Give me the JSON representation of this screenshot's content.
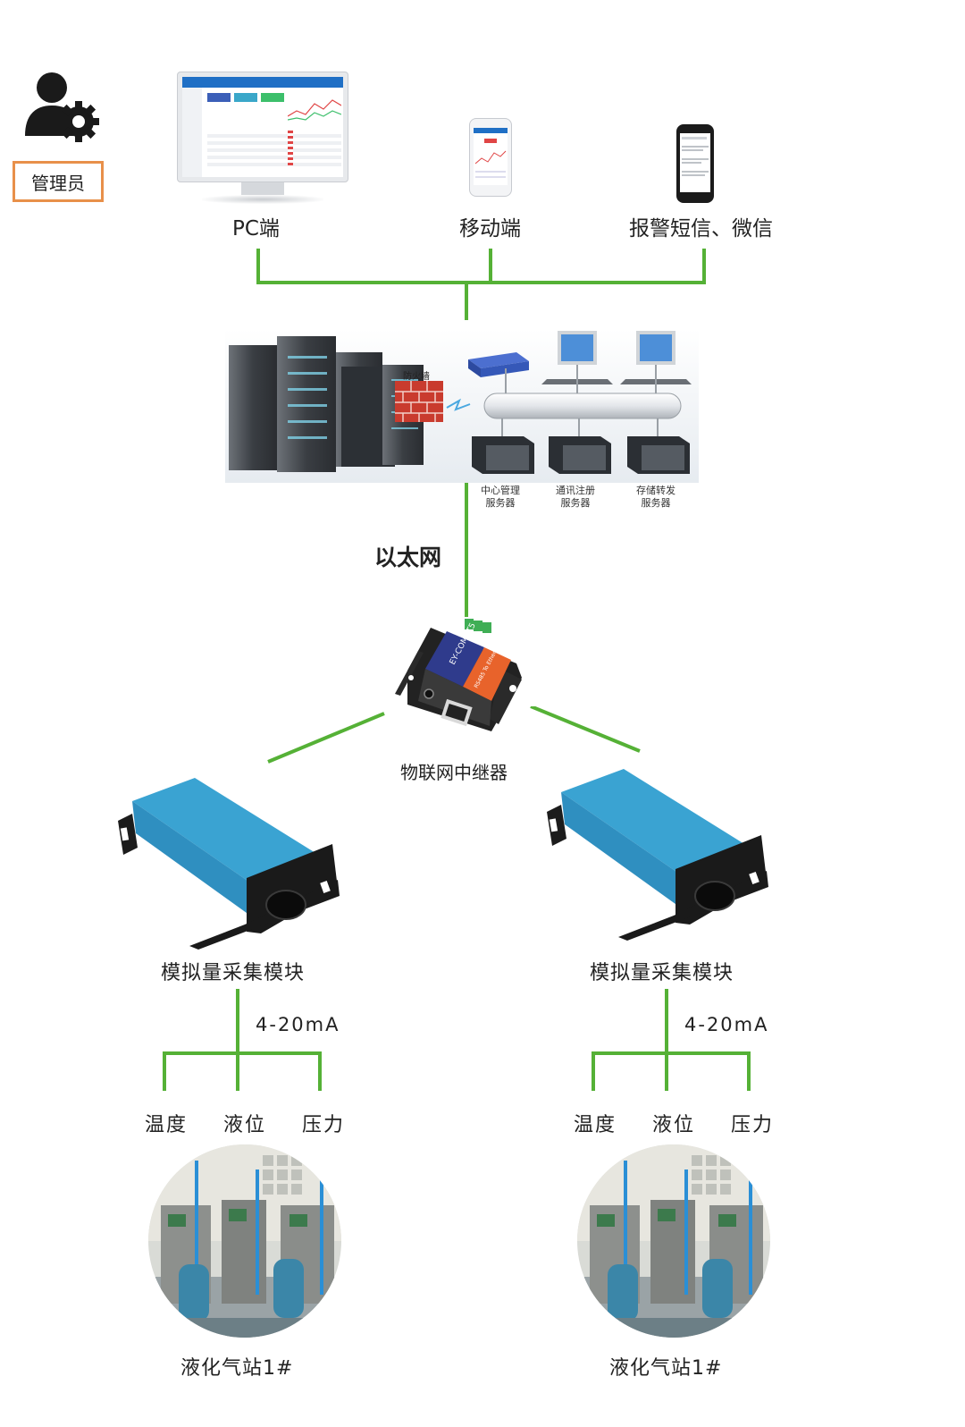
{
  "admin": {
    "label": "管理员",
    "icon": "admin-settings-icon"
  },
  "clients": {
    "pc": "PC端",
    "mobile": "移动端",
    "alerts": "报警短信、微信"
  },
  "server_room": {
    "firewall": "防火墙",
    "servers": [
      {
        "line1": "中心管理",
        "line2": "服务器"
      },
      {
        "line1": "通讯注册",
        "line2": "服务器"
      },
      {
        "line1": "存储转发",
        "line2": "服务器"
      }
    ]
  },
  "network": {
    "ethernet": "以太网"
  },
  "gateway": {
    "label": "物联网中继器",
    "device_text": "EY-COM8T5",
    "device_text2": "RS485 To Ethernet Converter"
  },
  "modules": [
    {
      "label": "模拟量采集模块",
      "signal": "4-20mA",
      "sensors": [
        "温度",
        "液位",
        "压力"
      ],
      "station": "液化气站1#"
    },
    {
      "label": "模拟量采集模块",
      "signal": "4-20mA",
      "sensors": [
        "温度",
        "液位",
        "压力"
      ],
      "station": "液化气站1#"
    }
  ],
  "colors": {
    "wire": "#55b136",
    "admin_border": "#e8904a",
    "module_blue": "#2f8fc0",
    "gateway_blue": "#2f3b8c",
    "gateway_orange": "#e8632b"
  }
}
